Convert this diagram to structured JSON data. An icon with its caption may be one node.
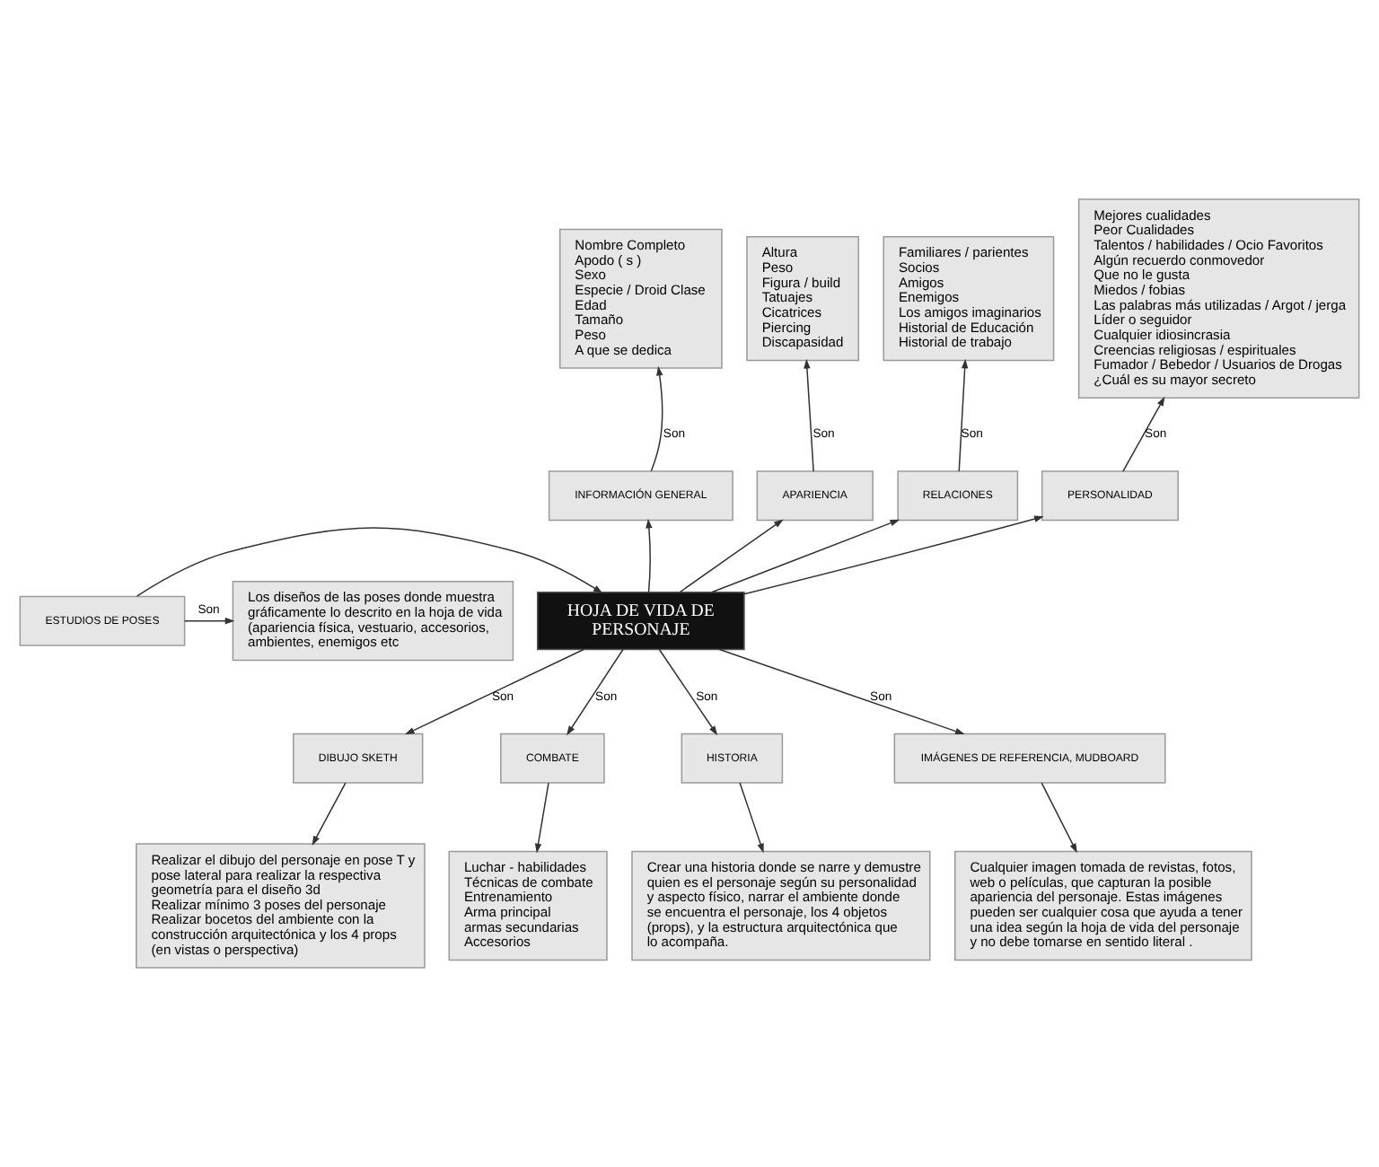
{
  "diagram": {
    "nodes": [
      {
        "text": [
          "Nombre Completo",
          "Apodo ( s )",
          "Sexo",
          "Especie / Droid Clase",
          "Edad",
          "Tamaño",
          "Peso",
          "A que se dedica"
        ]
      },
      {
        "text": [
          "Altura",
          "Peso",
          "Figura / build",
          "Tatuajes",
          "Cicatrices",
          "Piercing",
          "Discapasidad"
        ]
      },
      {
        "text": [
          "Familiares / parientes",
          "Socios",
          "Amigos",
          "Enemigos",
          "Los amigos imaginarios",
          "Historial de Educación",
          "Historial de trabajo"
        ]
      },
      {
        "text": [
          "Mejores cualidades",
          "Peor Cualidades",
          "Talentos / habilidades / Ocio Favoritos",
          "Algún recuerdo conmovedor",
          "Que no le gusta",
          "Miedos / fobias",
          "Las palabras más utilizadas / Argot / jerga",
          "Líder o seguidor",
          "Cualquier idiosincrasia",
          "Creencias religiosas / espirituales",
          "Fumador / Bebedor / Usuarios de Drogas",
          "¿Cuál es su mayor secreto"
        ]
      },
      {
        "text": [
          "INFORMACIÓN GENERAL"
        ]
      },
      {
        "text": [
          "APARIENCIA"
        ]
      },
      {
        "text": [
          "RELACIONES"
        ]
      },
      {
        "text": [
          "PERSONALIDAD"
        ]
      },
      {
        "text": [
          "HOJA DE VIDA DE PERSONAJE"
        ]
      },
      {
        "text": [
          "ESTUDIOS DE POSES"
        ]
      },
      {
        "text": [
          "Los diseños de las poses donde muestra gráficamente lo descrito en la hoja de vida (apariencia física, vestuario, accesorios, ambientes, enemigos etc"
        ]
      },
      {
        "text": [
          "DIBUJO SKETH"
        ]
      },
      {
        "text": [
          "COMBATE"
        ]
      },
      {
        "text": [
          "HISTORIA"
        ]
      },
      {
        "text": [
          "IMÁGENES DE REFERENCIA, MUDBOARD"
        ]
      },
      {
        "text": [
          "Realizar el dibujo del personaje en pose T y pose lateral para realizar la respectiva geometría para el diseño 3d",
          "Realizar mínimo 3 poses del personaje",
          "Realizar bocetos del ambiente con la construcción arquitectónica y los 4 props (en vistas o perspectiva)"
        ]
      },
      {
        "text": [
          "Luchar - habilidades",
          "Técnicas de combate",
          "Entrenamiento",
          "Arma principal",
          "armas secundarias",
          "Accesorios"
        ]
      },
      {
        "text": [
          "Crear una historia donde se narre y demustre quien es el personaje según su personalidad y aspecto físico, narrar el ambiente donde se encuentra el personaje, los 4 objetos (props), y la estructura arquitectónica que lo acompaña."
        ]
      },
      {
        "text": [
          "Cualquier imagen tomada de revistas, fotos, web o películas, que capturan la posible apariencia del personaje. Estas imágenes pueden ser cualquier cosa que ayuda a tener una idea según la hoja de vida del personaje y no debe tomarse en sentido literal ."
        ]
      }
    ],
    "edges": [
      {
        "from": 8,
        "to": 4,
        "arrow": "to"
      },
      {
        "from": 8,
        "to": 5,
        "arrow": "to"
      },
      {
        "from": 8,
        "to": 6,
        "arrow": "to"
      },
      {
        "from": 8,
        "to": 7,
        "arrow": "to"
      },
      {
        "from": 4,
        "to": 0,
        "arrow": "to",
        "label": "Son"
      },
      {
        "from": 5,
        "to": 1,
        "arrow": "to",
        "label": "Son"
      },
      {
        "from": 6,
        "to": 2,
        "arrow": "to",
        "label": "Son"
      },
      {
        "from": 7,
        "to": 3,
        "arrow": "to",
        "label": "Son"
      },
      {
        "from": 9,
        "to": 8,
        "arrow": "to"
      },
      {
        "from": 9,
        "to": 10,
        "arrow": "to",
        "label": "Son"
      },
      {
        "from": 8,
        "to": 11,
        "arrow": "to",
        "label": "Son"
      },
      {
        "from": 8,
        "to": 12,
        "arrow": "to",
        "label": "Son"
      },
      {
        "from": 8,
        "to": 13,
        "arrow": "to",
        "label": "Son"
      },
      {
        "from": 8,
        "to": 14,
        "arrow": "to",
        "label": "Son"
      },
      {
        "from": 11,
        "to": 15,
        "arrow": "to"
      },
      {
        "from": 12,
        "to": 16,
        "arrow": "to"
      },
      {
        "from": 13,
        "to": 17,
        "arrow": "to"
      },
      {
        "from": 14,
        "to": 18,
        "arrow": "to"
      }
    ]
  }
}
